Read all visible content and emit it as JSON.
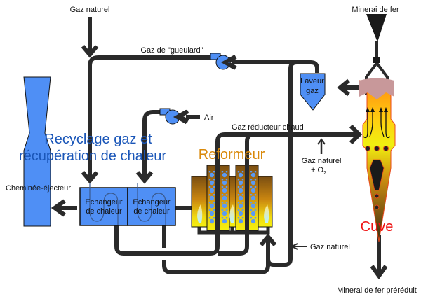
{
  "labels": {
    "gaz_naturel_top": "Gaz naturel",
    "minerai_de_fer": "Minerai de fer",
    "gaz_gueulard": "Gaz de \"gueulard\"",
    "laveur_gaz_line1": "Laveur",
    "laveur_gaz_line2": "gaz",
    "air": "Air",
    "gaz_reducteur_chaud": "Gaz réducteur chaud",
    "recyclage_line1": "Recyclage gaz et",
    "recyclage_line2": "récupération de chaleur",
    "reformeur": "Reformeur",
    "gaz_naturel_o2_line1": "Gaz naturel",
    "gaz_naturel_o2_line2": "+ O",
    "o2_subscript": "2",
    "cheminee": "Cheminée-éjecteur",
    "echangeur1_line1": "Echangeur",
    "echangeur1_line2": "de chaleur",
    "echangeur2_line1": "Echangeur",
    "echangeur2_line2": "de chaleur",
    "gaz_naturel_bottom": "Gaz naturel",
    "cuve": "Cuve",
    "minerai_prereduit": "Minerai de fer préréduit"
  },
  "colors": {
    "equipment_blue": "#4f8ff5",
    "title_blue": "#1a56b8",
    "reformer_orange": "#d9890a",
    "cuve_red": "#ee1111",
    "pipe": "#2a2a2a"
  }
}
